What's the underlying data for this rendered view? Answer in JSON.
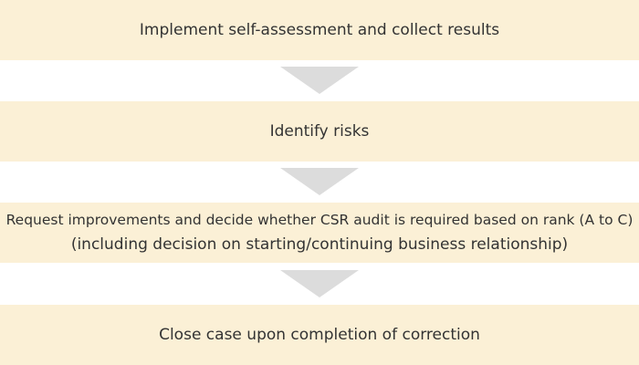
{
  "colors": {
    "box_fill": "#fbf0d6",
    "arrow_fill": "#dcdcdc",
    "text": "#333333",
    "background": "#ffffff"
  },
  "steps": [
    {
      "lines": [
        "Implement self-assessment and collect results"
      ]
    },
    {
      "lines": [
        "Identify risks"
      ]
    },
    {
      "lines": [
        "Request improvements and decide whether CSR audit is required based on rank (A to C)",
        "(including decision on starting/continuing business relationship)"
      ]
    },
    {
      "lines": [
        "Close case upon completion of correction"
      ]
    }
  ]
}
